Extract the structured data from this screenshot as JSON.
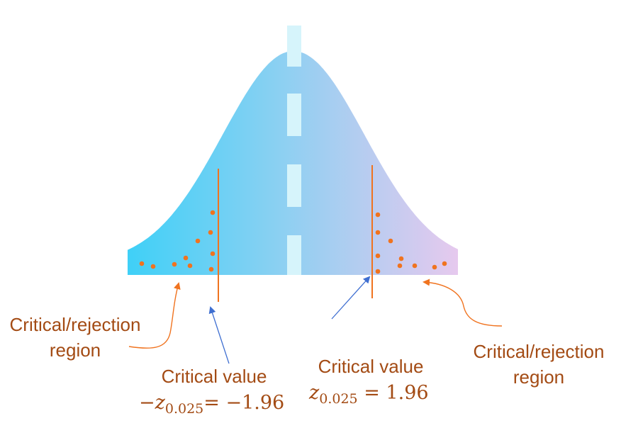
{
  "labels": {
    "left_region_line1": "Critical/rejection",
    "left_region_line2": "region",
    "right_region_line1": "Critical/rejection",
    "right_region_line2": "region",
    "left_critical_title": "Critical value",
    "right_critical_title": "Critical value"
  },
  "left_formula": {
    "prefix": "−",
    "symbol": "z",
    "subscript": "0.025",
    "rest": "= −1.96"
  },
  "right_formula": {
    "symbol": "z",
    "subscript": "0.025",
    "rest": " = 1.96"
  },
  "colors": {
    "curve_gradient_left": "#3fd0f7",
    "curve_gradient_right": "#e6c9ee",
    "critical_line": "#f0731f",
    "dots": "#f0731f",
    "annotation_arrow_orange": "#f0731f",
    "annotation_arrow_blue": "#3f6fd1",
    "center_dashes": "#d6f4fb",
    "text": "#a34b14"
  },
  "icons": {
    "region_pointer": "curved-arrow",
    "value_pointer": "straight-arrow"
  }
}
